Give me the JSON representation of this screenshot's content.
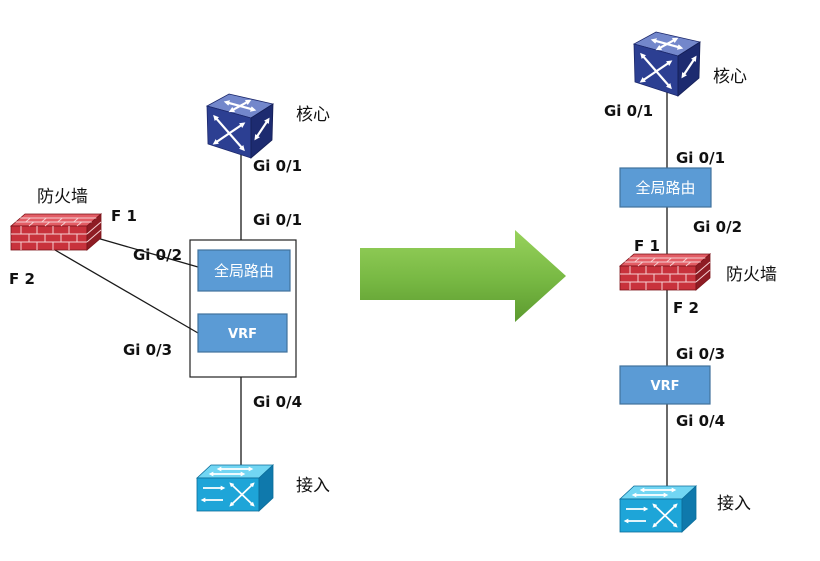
{
  "colors": {
    "node_box": "#5b9bd5",
    "node_box_border": "#41719c",
    "node_text": "#ffffff",
    "arrow": "#77b843",
    "firewall": "#c8323c",
    "core_switch": "#2c3f92",
    "access_switch": "#1ea5d8",
    "link": "#1a1a1a"
  },
  "before": {
    "core": {
      "icon": "core-switch-icon",
      "label": "核心",
      "port": "Gi 0/1"
    },
    "device": {
      "uplink_port": "Gi 0/1",
      "global_route": "全局路由",
      "vrf": "VRF",
      "global_route_port": "Gi 0/2",
      "vrf_port": "Gi 0/3",
      "downlink_port": "Gi 0/4"
    },
    "firewall": {
      "icon": "firewall-icon",
      "label": "防火墙",
      "port_1": "F 1",
      "port_2": "F 2"
    },
    "access": {
      "icon": "access-switch-icon",
      "label": "接入"
    }
  },
  "transition": {
    "icon": "right-arrow-icon"
  },
  "after": {
    "core": {
      "icon": "core-switch-icon",
      "label": "核心",
      "port": "Gi 0/1"
    },
    "global_route": {
      "label": "全局路由",
      "uplink_port": "Gi 0/1",
      "downlink_port": "Gi 0/2"
    },
    "firewall": {
      "icon": "firewall-icon",
      "label": "防火墙",
      "port_1": "F 1",
      "port_2": "F 2"
    },
    "vrf": {
      "label": "VRF",
      "uplink_port": "Gi 0/3",
      "downlink_port": "Gi 0/4"
    },
    "access": {
      "icon": "access-switch-icon",
      "label": "接入"
    }
  }
}
